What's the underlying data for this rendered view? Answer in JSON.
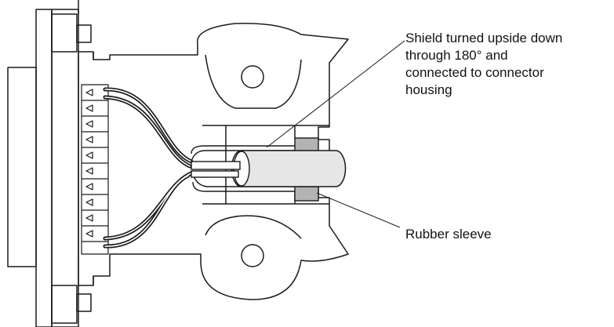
{
  "annotations": {
    "shield": {
      "lines": [
        "Shield turned upside down",
        "through 180° and",
        "connected to connector",
        "housing"
      ]
    },
    "rubber_sleeve": {
      "text": "Rubber sleeve"
    }
  },
  "colors": {
    "stroke": "#1a1a1a",
    "sleeve_fill": "#b3b3b3",
    "cable_fill": "#e6e6e6",
    "wire_core": "#ffffff",
    "background": "#ffffff"
  }
}
